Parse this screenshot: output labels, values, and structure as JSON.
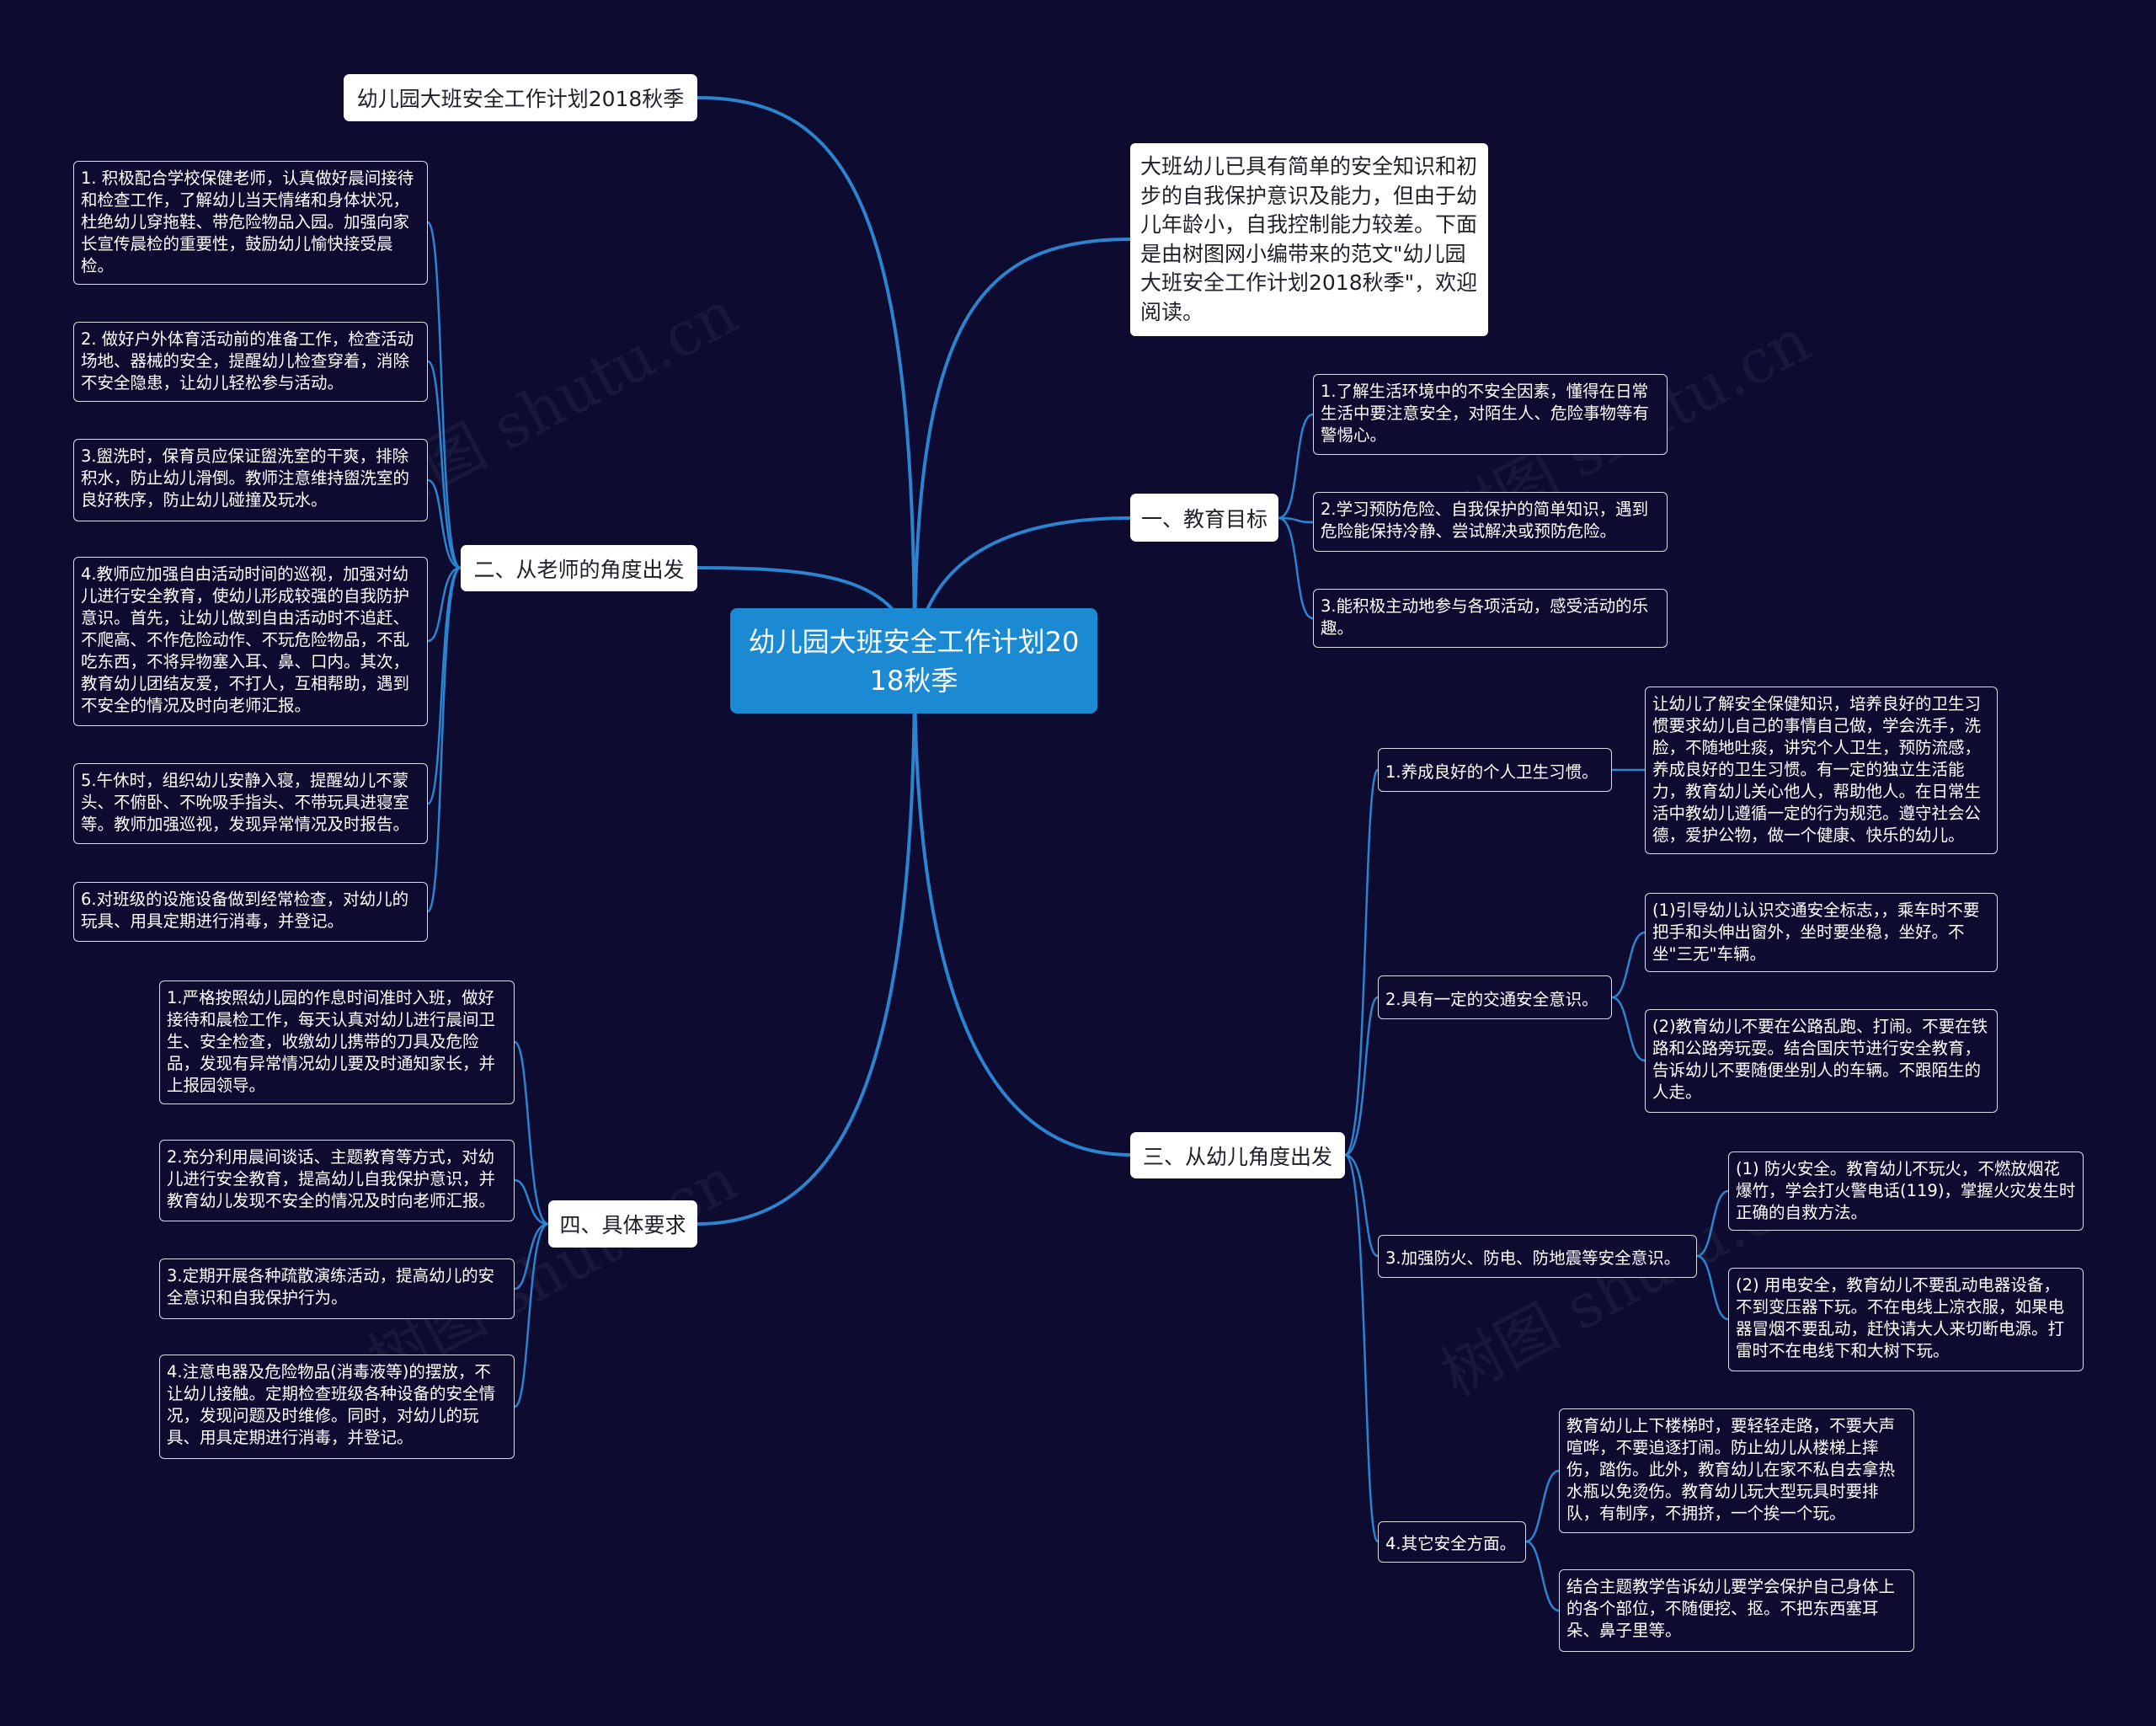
{
  "watermark": "树图 shutu.cn",
  "colors": {
    "background": "#0d0b2f",
    "root": "#1b8ad3",
    "line": "#2b84cf",
    "topic": "#ffffff",
    "border": "#d9dbe6"
  },
  "mindmap": {
    "root": "幼儿园大班安全工作计划2018秋季",
    "title_topic": "幼儿园大班安全工作计划2018秋季",
    "intro": "大班幼儿已具有简单的安全知识和初步的自我保护意识及能力，但由于幼儿年龄小，自我控制能力较差。下面是由树图网小编带来的范文\"幼儿园大班安全工作计划2018秋季\"，欢迎阅读。",
    "goals": {
      "label": "一、教育目标",
      "items": [
        "1.了解生活环境中的不安全因素，懂得在日常生活中要注意安全，对陌生人、危险事物等有警惕心。",
        "2.学习预防危险、自我保护的简单知识，遇到危险能保持冷静、尝试解决或预防危险。",
        "3.能积极主动地参与各项活动，感受活动的乐趣。"
      ]
    },
    "teacher": {
      "label": "二、从老师的角度出发",
      "items": [
        "1. 积极配合学校保健老师，认真做好晨间接待和检查工作，了解幼儿当天情绪和身体状况，杜绝幼儿穿拖鞋、带危险物品入园。加强向家长宣传晨检的重要性，鼓励幼儿愉快接受晨检。",
        "2. 做好户外体育活动前的准备工作，检查活动场地、器械的安全，提醒幼儿检查穿着，消除不安全隐患，让幼儿轻松参与活动。",
        "3.盥洗时，保育员应保证盥洗室的干爽，排除积水，防止幼儿滑倒。教师注意维持盥洗室的良好秩序，防止幼儿碰撞及玩水。",
        "4.教师应加强自由活动时间的巡视，加强对幼儿进行安全教育，使幼儿形成较强的自我防护意识。首先，让幼儿做到自由活动时不追赶、不爬高、不作危险动作、不玩危险物品，不乱吃东西，不将异物塞入耳、鼻、口内。其次，教育幼儿团结友爱，不打人，互相帮助，遇到不安全的情况及时向老师汇报。",
        "5.午休时，组织幼儿安静入寝，提醒幼儿不蒙头、不俯卧、不吮吸手指头、不带玩具进寝室等。教师加强巡视，发现异常情况及时报告。",
        "6.对班级的设施设备做到经常检查，对幼儿的玩具、用具定期进行消毒，并登记。"
      ]
    },
    "child": {
      "label": "三、从幼儿角度出发",
      "topics": [
        {
          "label": "1.养成良好的个人卫生习惯。",
          "items": [
            "让幼儿了解安全保健知识，培养良好的卫生习惯要求幼儿自己的事情自己做，学会洗手，洗脸，不随地吐痰，讲究个人卫生，预防流感，养成良好的卫生习惯。有一定的独立生活能力，教育幼儿关心他人，帮助他人。在日常生活中教幼儿遵循一定的行为规范。遵守社会公德，爱护公物，做一个健康、快乐的幼儿。"
          ]
        },
        {
          "label": "2.具有一定的交通安全意识。",
          "items": [
            "(1)引导幼儿认识交通安全标志，，乘车时不要把手和头伸出窗外，坐时要坐稳，坐好。不坐\"三无\"车辆。",
            "(2)教育幼儿不要在公路乱跑、打闹。不要在铁路和公路旁玩耍。结合国庆节进行安全教育，告诉幼儿不要随便坐别人的车辆。不跟陌生的人走。"
          ]
        },
        {
          "label": "3.加强防火、防电、防地震等安全意识。",
          "items": [
            "(1) 防火安全。教育幼儿不玩火，不燃放烟花爆竹，学会打火警电话(119)，掌握火灾发生时正确的自救方法。",
            "(2) 用电安全，教育幼儿不要乱动电器设备，不到变压器下玩。不在电线上凉衣服，如果电器冒烟不要乱动，赶快请大人来切断电源。打雷时不在电线下和大树下玩。"
          ]
        },
        {
          "label": "4.其它安全方面。",
          "items": [
            "教育幼儿上下楼梯时，要轻轻走路，不要大声喧哗，不要追逐打闹。防止幼儿从楼梯上摔伤，踏伤。此外，教育幼儿在家不私自去拿热水瓶以免烫伤。教育幼儿玩大型玩具时要排队，有制序，不拥挤，一个挨一个玩。",
            "结合主题教学告诉幼儿要学会保护自己身体上的各个部位，不随便挖、抠。不把东西塞耳朵、鼻子里等。"
          ]
        }
      ]
    },
    "requirements": {
      "label": "四、具体要求",
      "items": [
        "1.严格按照幼儿园的作息时间准时入班，做好接待和晨检工作，每天认真对幼儿进行晨间卫生、安全检查，收缴幼儿携带的刀具及危险品，发现有异常情况幼儿要及时通知家长，并上报园领导。",
        "2.充分利用晨间谈话、主题教育等方式，对幼儿进行安全教育，提高幼儿自我保护意识，并教育幼儿发现不安全的情况及时向老师汇报。",
        "3.定期开展各种疏散演练活动，提高幼儿的安全意识和自我保护行为。",
        "4.注意电器及危险物品(消毒液等)的摆放，不让幼儿接触。定期检查班级各种设备的安全情况，发现问题及时维修。同时，对幼儿的玩具、用具定期进行消毒，并登记。"
      ]
    }
  }
}
